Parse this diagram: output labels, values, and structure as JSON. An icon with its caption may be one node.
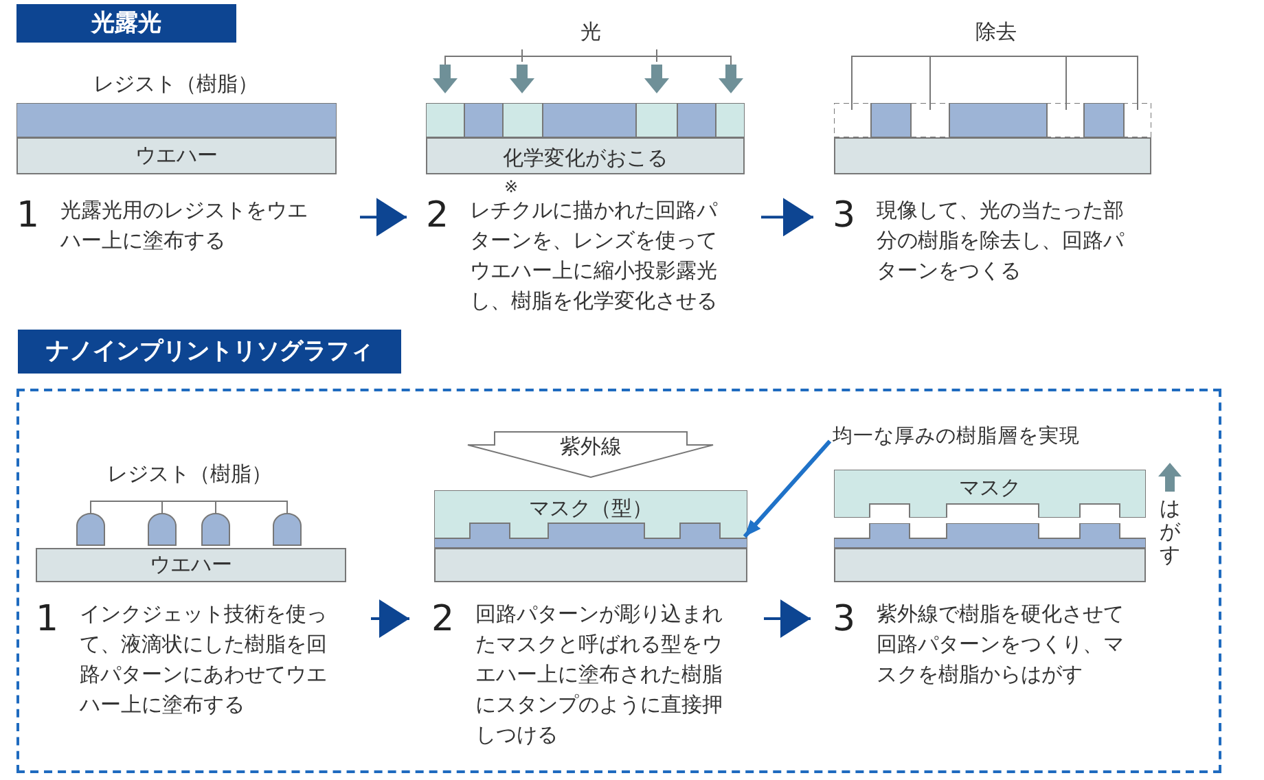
{
  "diagram": {
    "nodes": [
      {
        "text": [
          "光露光"
        ]
      },
      {
        "text": [],
        "shape": "bar"
      },
      {
        "text": [],
        "shape": "bar"
      },
      {
        "text": [],
        "shape": "bar"
      },
      {
        "text": [
          "ウエハー"
        ]
      },
      {
        "text": [
          "化学変化がおこる"
        ]
      },
      {
        "text": [],
        "shape": "box"
      },
      {
        "text": [
          "1",
          "光露光用のレジストをウエハー上に塗布する"
        ]
      },
      {
        "text": [
          "2",
          "レチクルに描かれた回路パターンを、レンズを使ってウエハー上に縮小投影露光し、樹脂を化学変化させる"
        ]
      },
      {
        "text": [
          "3",
          "現像して、光の当たった部分の樹脂を除去し、回路パターンをつくる"
        ]
      },
      {
        "text": [
          "ナノインプリントリソグラフィ"
        ]
      },
      {
        "text": [],
        "shape": "box"
      },
      {
        "text": [
          "紫外線"
        ],
        "in": 11
      },
      {
        "text": [
          "均一な厚みの樹脂層を実現"
        ],
        "in": 11
      },
      {
        "text": [
          "マスク（型）"
        ],
        "in": 11
      },
      {
        "text": [
          "マスク"
        ],
        "in": 11
      },
      {
        "text": [],
        "shape": "bar",
        "in": 11
      },
      {
        "text": [],
        "shape": "bar",
        "in": 11
      },
      {
        "text": [
          "ウエハー"
        ],
        "in": 11
      },
      {
        "text": [],
        "shape": "box",
        "in": 11
      },
      {
        "text": [],
        "shape": "box",
        "in": 11
      },
      {
        "text": [
          "1",
          "インクジェット技術を使って、液滴状にした樹脂を回路パターンにあわせてウエハー上に塗布する"
        ],
        "in": 11
      },
      {
        "text": [
          "2",
          "回路パターンが彫り込まれたマスクと呼ばれる型をウエハー上に塗布された樹脂にスタンプのように直接押しつける"
        ],
        "in": 11
      },
      {
        "text": [
          "3",
          "紫外線で樹脂を硬化させて回路パターンをつくり、マスクを樹脂からはがす"
        ],
        "in": 11
      }
    ],
    "edges": [
      {
        "from": 7,
        "to": 8,
        "arrow": "to"
      },
      {
        "from": 8,
        "to": 9,
        "arrow": "to"
      },
      {
        "from": 21,
        "to": 22,
        "arrow": "to"
      },
      {
        "from": 22,
        "to": 23,
        "arrow": "to"
      },
      {
        "from": 13,
        "to": 16,
        "arrow": "to",
        "color": "#1f72c8"
      }
    ],
    "labels": [
      "レジスト（樹脂）",
      "光",
      "※",
      "除去",
      "レジスト（樹脂）",
      "はがす"
    ]
  }
}
